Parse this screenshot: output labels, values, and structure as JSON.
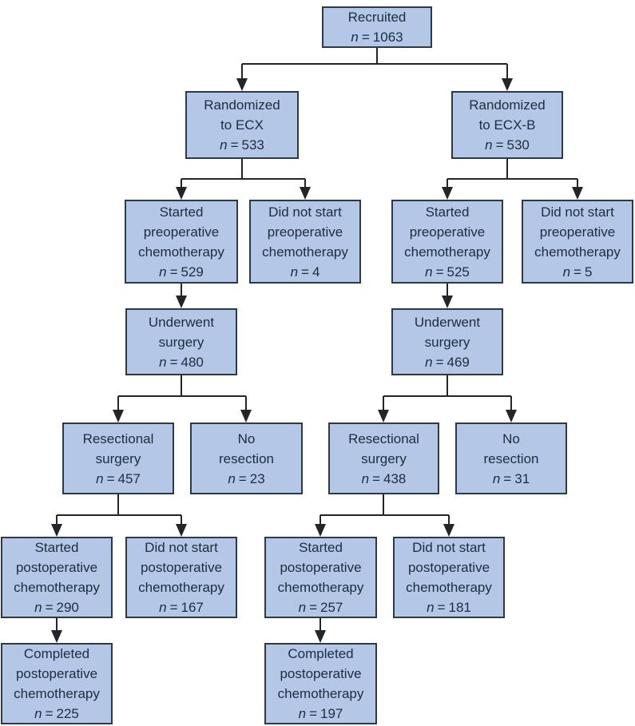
{
  "glyphs": {
    "n_symbol": "n",
    "equals": "="
  },
  "colors": {
    "box_fill": "#b5c7e7",
    "box_border": "#2f3845",
    "text": "#1d2c3f",
    "connector_line": "#22262b",
    "background": "#ffffff"
  },
  "nodes": {
    "recruited": {
      "lines": [
        "Recruited"
      ],
      "n": "1063"
    },
    "randomized_ecx": {
      "lines": [
        "Randomized",
        "to ECX"
      ],
      "n": "533"
    },
    "randomized_ecxb": {
      "lines": [
        "Randomized",
        "to ECX-B"
      ],
      "n": "530"
    },
    "ecx_started_preop": {
      "lines": [
        "Started",
        "preoperative",
        "chemotherapy"
      ],
      "n": "529"
    },
    "ecx_no_preop": {
      "lines": [
        "Did not start",
        "preoperative",
        "chemotherapy"
      ],
      "n": "4"
    },
    "ecxb_started_preop": {
      "lines": [
        "Started",
        "preoperative",
        "chemotherapy"
      ],
      "n": "525"
    },
    "ecxb_no_preop": {
      "lines": [
        "Did not start",
        "preoperative",
        "chemotherapy"
      ],
      "n": "5"
    },
    "ecx_surgery": {
      "lines": [
        "Underwent",
        "surgery"
      ],
      "n": "480"
    },
    "ecxb_surgery": {
      "lines": [
        "Underwent",
        "surgery"
      ],
      "n": "469"
    },
    "ecx_resection": {
      "lines": [
        "Resectional",
        "surgery"
      ],
      "n": "457"
    },
    "ecx_no_resection": {
      "lines": [
        "No",
        "resection"
      ],
      "n": "23"
    },
    "ecxb_resection": {
      "lines": [
        "Resectional",
        "surgery"
      ],
      "n": "438"
    },
    "ecxb_no_resection": {
      "lines": [
        "No",
        "resection"
      ],
      "n": "31"
    },
    "ecx_started_postop": {
      "lines": [
        "Started",
        "postoperative",
        "chemotherapy"
      ],
      "n": "290"
    },
    "ecx_no_postop": {
      "lines": [
        "Did not start",
        "postoperative",
        "chemotherapy"
      ],
      "n": "167"
    },
    "ecxb_started_postop": {
      "lines": [
        "Started",
        "postoperative",
        "chemotherapy"
      ],
      "n": "257"
    },
    "ecxb_no_postop": {
      "lines": [
        "Did not start",
        "postoperative",
        "chemotherapy"
      ],
      "n": "181"
    },
    "ecx_completed_postop": {
      "lines": [
        "Completed",
        "postoperative",
        "chemotherapy"
      ],
      "n": "225"
    },
    "ecxb_completed_postop": {
      "lines": [
        "Completed",
        "postoperative",
        "chemotherapy"
      ],
      "n": "197"
    }
  }
}
